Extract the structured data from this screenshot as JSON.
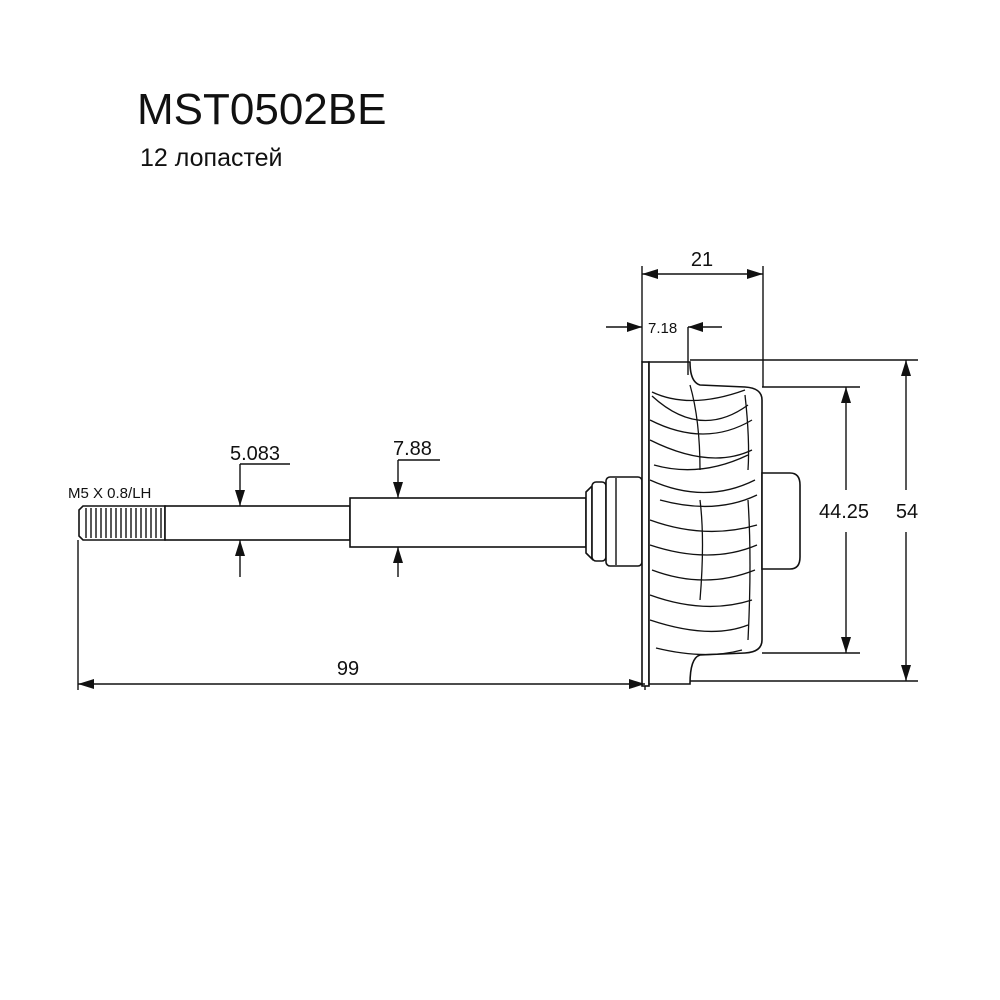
{
  "part_number": "MST0502BE",
  "blade_count_label": "12 лопастей",
  "dimensions": {
    "thread": "M5 X 0.8/LH",
    "shaft_small_diameter": "5.083",
    "shaft_large_diameter": "7.88",
    "overall_length": "99",
    "wheel_width": "21",
    "blade_tip_offset": "7.18",
    "inducer_diameter": "44.25",
    "exducer_diameter": "54"
  }
}
